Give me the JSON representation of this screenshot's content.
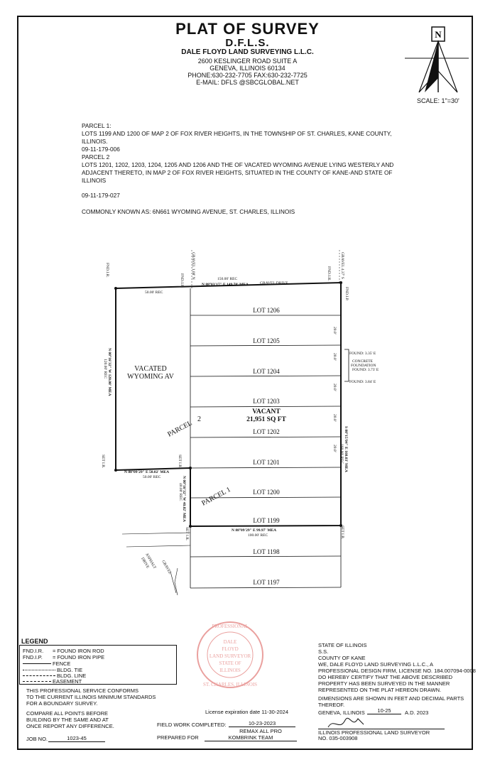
{
  "header": {
    "title": "PLAT OF SURVEY",
    "subtitle": "D.F.L.S.",
    "company": "DALE FLOYD LAND SURVEYING L.L.C.",
    "address_1": "2600 KESLINGER ROAD SUITE A",
    "address_2": "GENEVA, ILLINOIS 60134",
    "phone": "PHONE:630-232-7705  FAX:630-232-7725",
    "email": "E-MAIL: DFLS @SBCGLOBAL.NET",
    "north_letter": "N",
    "scale": "SCALE: 1\"=30'"
  },
  "legal": {
    "p1_label": "PARCEL 1:",
    "p1_line1": "LOTS 1199 AND 1200 OF MAP 2 OF FOX RIVER HEIGHTS, IN THE TOWNSHIP OF ST. CHARLES, KANE COUNTY,",
    "p1_line2": "ILLINOIS.",
    "p1_pin": "09-11-179-006",
    "p2_label": "PARCEL 2",
    "p2_line1": "LOTS 1201, 1202, 1203, 1204, 1205 AND 1206 AND THE OF VACATED WYOMING AVENUE LYING WESTERLY AND",
    "p2_line2": "ADJACENT THERETO, IN MAP 2 OF FOX RIVER HEIGHTS, SITUATED IN THE COUNTY OF KANE-AND STATE OF",
    "p2_line3": "ILLINOIS",
    "p2_pin": "09-11-179-027",
    "common": "COMMONLY KNOWN AS:  6N661 WYOMING AVENUE, ST. CHARLES, ILLINOIS"
  },
  "plat": {
    "lots": [
      "LOT 1206",
      "LOT 1205",
      "LOT 1204",
      "LOT 1203",
      "LOT 1202",
      "LOT 1201",
      "LOT 1200",
      "LOT 1199",
      "LOT 1198",
      "LOT 1197"
    ],
    "vacated_1": "VACATED",
    "vacated_2": "WYOMING AV",
    "vacant": "VACANT",
    "area": "21,951 SQ FT",
    "parcel_1": "PARCEL 1",
    "parcel_2": "PARCEL",
    "parcel_2_num": "2",
    "top_bearing": "N 88°03'17\" E  149.78' MEA",
    "top_rec": "150.00' REC",
    "gravel_drive": "GRAVEL DRIVE",
    "left_rec": "50.00' REC",
    "west_bearing": "N 00°16'32\" W  120.00' MEA",
    "west_rec": "120.00' REC",
    "mid_bearing": "N 88°09'29\" E  50.02' MEA",
    "mid_rec": "50.00' REC",
    "south_bearing": "N 88°09'29\" E  99.97' MEA",
    "south_rec": "100.00' REC",
    "east_bearing": "S 00°15'04\" E  160.03' MEA",
    "east_rec": "160.00' REC",
    "inner_west_bearing": "N 00°16'32\" W  40.02' MEA",
    "inner_west_rec": "40.00' REC",
    "fnd_ir": "FND.I.R.",
    "fnd_ip": "FND.I.P.",
    "set_lr": "SET I.R.",
    "gravel_108": "GRAVEL 1.08' N",
    "gravel_437": "GRAVEL 4.37' S",
    "found_335": "FOUND: 3.35' E",
    "concrete": "CONCRETE",
    "foundation": "FOUNDATION",
    "found_373": "FOUND: 3.73' E",
    "found_384": "FOUND: 3.84' E",
    "asphalt": "ASPHALT",
    "drive": "DRIVE",
    "gravel": "GRAVEL",
    "dim_20": "20.0'"
  },
  "legend": {
    "title": "LEGEND",
    "fir_key": "FND.I.R.",
    "fir_val": "= FOUND IRON ROD",
    "fip_key": "FND.I.P.",
    "fip_val": "= FOUND IRON PIPE",
    "fence": "FENCE",
    "bldg_tie": "BLDG. TIE",
    "bldg_line": "BLDG. LINE",
    "easement": "EASEMENT"
  },
  "notes": {
    "conform_1": "THIS PROFESSIONAL SERVICE CONFORMS",
    "conform_2": "TO THE CURRENT ILLINOIS MINIMUM STANDARDS",
    "conform_3": "FOR A BOUNDARY SURVEY.",
    "compare_1": "COMPARE ALL POINTS BEFORE",
    "compare_2": "BUILDING BY THE SAME AND AT",
    "compare_3": "ONCE REPORT ANY DIFFERENCE.",
    "job_label": "JOB NO.",
    "job_value": "1023-45",
    "license_exp": "License expiration date 11-30-2024",
    "field_label": "FIELD WORK COMPLETED:",
    "field_value": "10-23-2023",
    "prepared_label": "PREPARED FOR",
    "prepared_1": "REMAX ALL PRO",
    "prepared_2": "KOMBRINK TEAM"
  },
  "certificate": {
    "state": "STATE OF ILLINOIS",
    "ss": "S.S.",
    "county": "COUNTY OF KANE",
    "l1": "WE, DALE FLOYD LAND SURVEYING L.L.C., A",
    "l2": "PROFESSIONAL DESIGN FIRM, LICENSE NO. 184.007094-0008",
    "l3": "DO HEREBY CERTIFY THAT THE ABOVE DESCRIBED",
    "l4": "PROPERTY HAS BEEN SURVEYED IN THE MANNER",
    "l5": "REPRESENTED ON THE PLAT HEREON DRAWN.",
    "d1": "DIMENSIONS ARE SHOWN IN FEET AND DECIMAL PARTS",
    "d2": "THEREOF.",
    "place": "GENEVA, ILLINOIS",
    "date": "10-25",
    "year": "A.D. 2023",
    "surveyor": "ILLINOIS PROFESSIONAL LAND SURVEYOR",
    "license_no": "NO. 035-003908"
  },
  "seal": {
    "ring_top": "PROFESSIONAL",
    "ring_bottom": "ST. CHARLES, ILLINOIS",
    "c1": "DALE",
    "c2": "FLOYD",
    "c3": "LAND SURVEYOR",
    "c4": "STATE OF",
    "c5": "ILLINOIS"
  },
  "colors": {
    "ink": "#111111",
    "seal": "#d9534f"
  }
}
